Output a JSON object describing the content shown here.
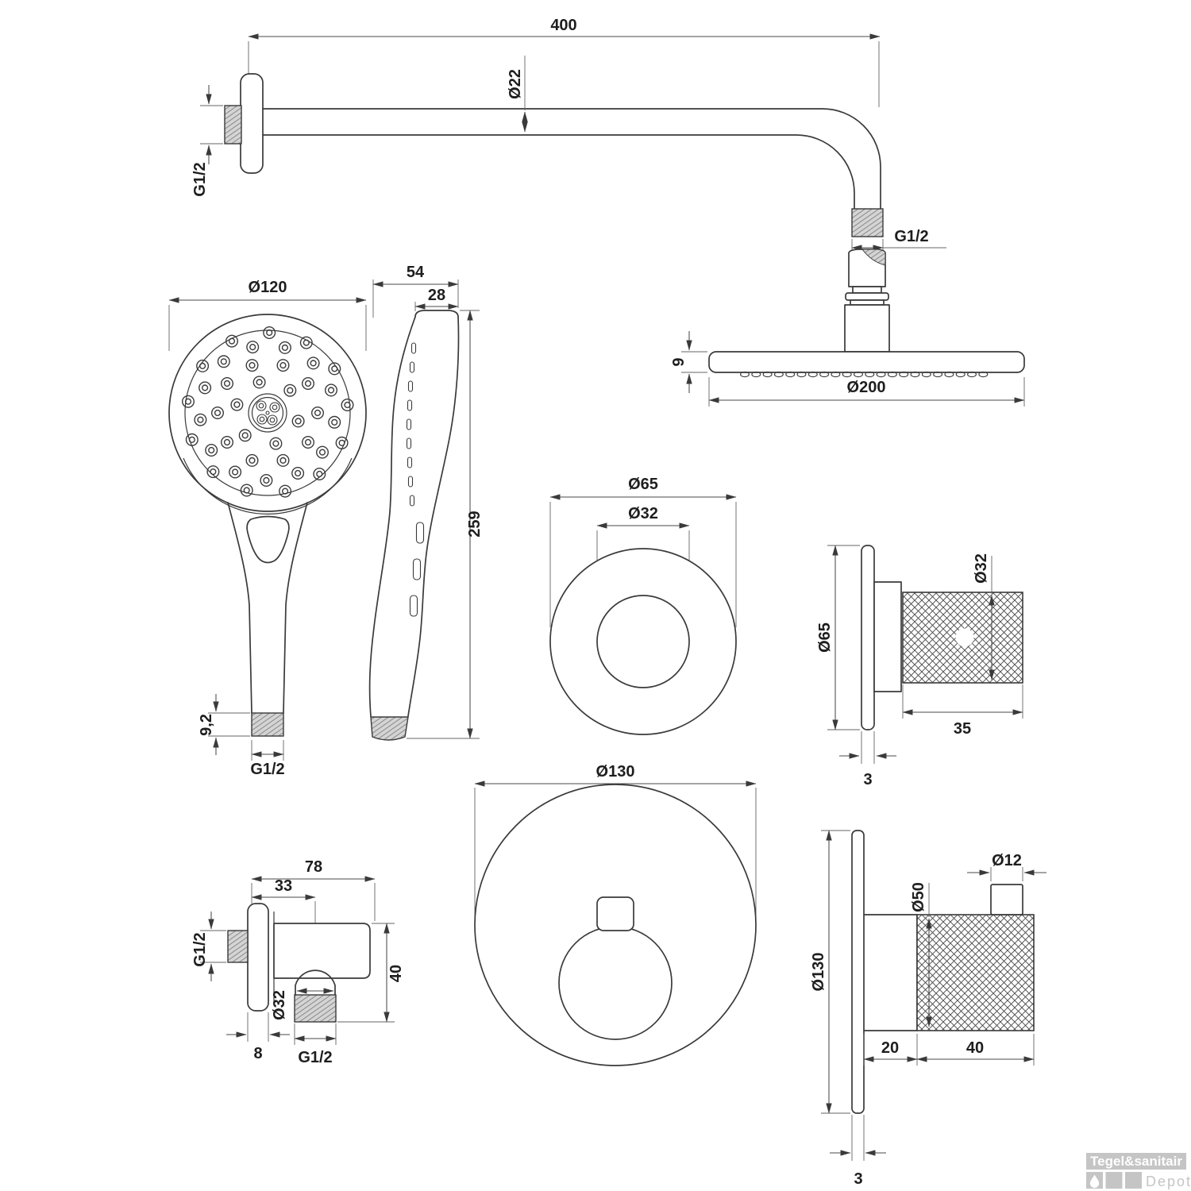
{
  "drawing": {
    "shower_arm": {
      "length": "400",
      "pipe_diameter": "Ø22",
      "wall_connection": "G1/2",
      "head_connection": "G1/2"
    },
    "head_shower": {
      "disc_thickness": "9",
      "disc_diameter": "Ø200"
    },
    "hand_shower_front": {
      "face_diameter": "Ø120",
      "thread_length": "9,2",
      "connection": "G1/2"
    },
    "hand_shower_side": {
      "depth": "54",
      "head_depth": "28",
      "length": "259"
    },
    "control_small_front": {
      "plate_diameter": "Ø65",
      "knob_diameter": "Ø32"
    },
    "control_small_side": {
      "plate_diameter": "Ø65",
      "plate_thickness": "3",
      "knob_diameter": "Ø32",
      "knob_depth": "35"
    },
    "wall_outlet": {
      "depth": "78",
      "body_depth": "33",
      "wall_connection": "G1/2",
      "flange_depth": "8",
      "outlet_diameter": "Ø32",
      "hose_connection": "G1/2",
      "height": "40"
    },
    "control_large_front": {
      "plate_diameter": "Ø130",
      "knob_diameter": "Ø50",
      "pin_diameter": "Ø12"
    },
    "control_large_side": {
      "plate_diameter": "Ø130",
      "plate_thickness": "3",
      "base_depth": "20",
      "knob_depth": "40",
      "knob_diameter": "Ø50",
      "pin_diameter": "Ø12"
    }
  },
  "logo": {
    "brand": "Tegel&sanitair",
    "sub_brand": "Depot",
    "bar_color": "#c5c5c5",
    "text_color": "#ffffff"
  }
}
